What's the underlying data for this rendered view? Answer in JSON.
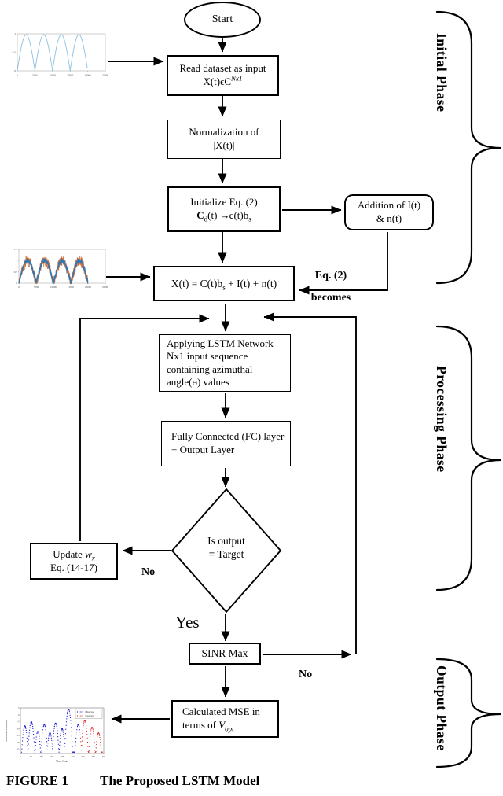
{
  "figure": {
    "tag": "FIGURE 1",
    "title": "The Proposed LSTM Model"
  },
  "phases": {
    "initial": "Initial Phase",
    "processing": "Processing Phase",
    "output": "Output Phase"
  },
  "nodes": {
    "start": {
      "label": "Start"
    },
    "read": {
      "line1": "Read dataset as input",
      "l2a": "X(t)ϵC",
      "l2sup": "Nx1"
    },
    "normalization": {
      "line1": "Normalization of",
      "line2": "|X(t)|"
    },
    "initialize": {
      "line1": "Initialize Eq. (2)",
      "l2a": "C",
      "l2sub": "d",
      "l2b": "(t) ",
      "arrow": "→",
      "l2c": "c(t)b",
      "l2sub2": "s"
    },
    "addition": {
      "line1": "Addition of I(t)",
      "line2": "& n(t)"
    },
    "signal_model": {
      "a": "X(t) = C(t)b",
      "sub": "s",
      "b": " + I(t) +  n(t)"
    },
    "lstm": {
      "lines": [
        "Applying LSTM Network",
        "Nx1 input sequence",
        "containing azimuthal",
        "angle(ɵ) values"
      ]
    },
    "fc": {
      "line1": "Fully Connected (FC) layer",
      "line2": "+ Output Layer"
    },
    "decision": {
      "line1": "Is output",
      "line2": "= Target"
    },
    "update": {
      "l1a": "Update ",
      "l1w": "w",
      "l1sub": "x",
      "line2": "Eq. (14-17)"
    },
    "sinr": {
      "label": "SINR Max"
    },
    "mse": {
      "line1": "Calculated MSE in",
      "l2a": "terms of ",
      "l2v": "V",
      "l2sub": "opt"
    }
  },
  "edge_labels": {
    "eq2_line1": "Eq. (2)",
    "eq2_line2": "becomes",
    "no_left": "No",
    "yes": "Yes",
    "no_right": "No"
  },
  "mini_charts": {
    "input_signal": {
      "type": "line",
      "description": "absolute sine wave, 4 lobes",
      "y_ticks": [
        "1",
        "0.5",
        "0"
      ],
      "x_ticks": [
        "0",
        "5000",
        "10000",
        "15000",
        "20000",
        "25000"
      ],
      "color": "#8cc0de",
      "lobes": 4,
      "extent": 0.8
    },
    "noisy_signal": {
      "type": "line",
      "description": "absolute sine wave with interference and noise band",
      "y_ticks": [
        "1.5",
        "1",
        "0.5",
        "0"
      ],
      "x_ticks": [
        "0",
        "5000",
        "10000",
        "15000",
        "20000",
        "25000"
      ],
      "signal_color": "#2f7ab5",
      "noise_color": "#d2622a",
      "lobes": 4,
      "extent": 0.8
    },
    "forecast_plot": {
      "type": "scatter",
      "xlabel": "Time Steps",
      "ylabel": "Normalized Power(dB)",
      "y_ticks": [
        5,
        0,
        -5,
        -10,
        -15,
        -20,
        -25
      ],
      "x_ticks": [
        "0",
        "50",
        "100",
        "150",
        "200",
        "250",
        "300",
        "350",
        "400"
      ],
      "legend": [
        {
          "label": "Observed",
          "color": "#1414cc"
        },
        {
          "label": "Forecast",
          "color": "#d42020"
        }
      ],
      "profile_peaks": [
        [
          0.04,
          -8
        ],
        [
          0.12,
          -5
        ],
        [
          0.2,
          -12
        ],
        [
          0.28,
          -7
        ],
        [
          0.35,
          -13
        ],
        [
          0.42,
          -6
        ],
        [
          0.5,
          -10
        ],
        [
          0.58,
          4
        ],
        [
          0.7,
          -7
        ],
        [
          0.78,
          -4
        ],
        [
          0.87,
          -9
        ],
        [
          0.95,
          -13
        ]
      ],
      "floor_db": -27,
      "forecast_start": 0.72
    }
  }
}
